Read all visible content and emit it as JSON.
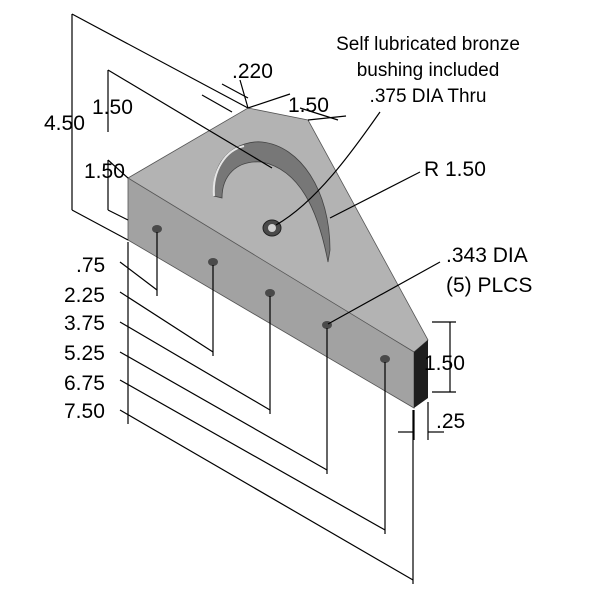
{
  "notes": {
    "bushing_line1": "Self lubricated bronze",
    "bushing_line2": "bushing included",
    "bushing_line3": ".375 DIA Thru",
    "radius": "R 1.50",
    "holes_line1": ".343 DIA",
    "holes_line2": "(5) PLCS"
  },
  "dimensions": {
    "overall_height": "4.50",
    "upper_height": "1.50",
    "lower_height": "1.50",
    "top_width": ".220",
    "top_offset": "1.50",
    "side_height": "1.50",
    "thickness": ".25"
  },
  "hole_positions": [
    ".75",
    "2.25",
    "3.75",
    "5.25",
    "6.75",
    "7.50"
  ],
  "colors": {
    "top_face": "#b3b3b3",
    "front_face": "#a2a2a2",
    "edge_face": "#1e1e1e",
    "hole": "#4a4a4a"
  }
}
